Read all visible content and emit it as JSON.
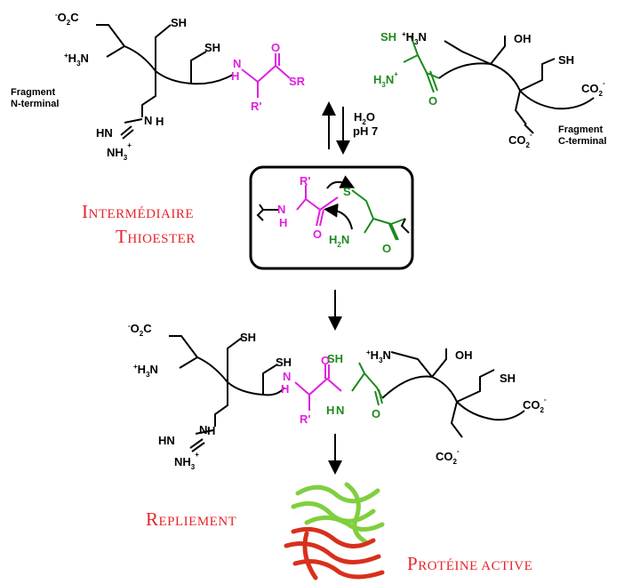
{
  "colors": {
    "black": "#000000",
    "magenta": "#e020e0",
    "green": "#1d8a1d",
    "red": "#e5242a"
  },
  "labels": {
    "fragment_n_line1": "Fragment",
    "fragment_n_line2": "N-terminal",
    "fragment_c_line1": "Fragment",
    "fragment_c_line2": "C-terminal",
    "water": "H",
    "water_sub": "2",
    "water_end": "O",
    "ph": "pH 7",
    "intermediate_line1": "INTERMÉDIAIRE",
    "intermediate_line2": "THIOESTER",
    "folding": "REPLIEMENT",
    "active_protein": "PROTÉINE ACTIVE"
  },
  "atoms": {
    "co2": "O",
    "co2_pre": "-",
    "co2_c": "C",
    "o2c_o": "O",
    "o2c_sub": "2",
    "o2c_c": "C",
    "sh": "SH",
    "h3n_plus": "+",
    "h3n": "H",
    "h3n_sub": "3",
    "h3n_n": "N",
    "nh": "N",
    "h": "H",
    "hn": "HN",
    "nh3": "NH",
    "nh3_sub": "3",
    "plus": "+",
    "o": "O",
    "sr": "SR",
    "r_prime": "R'",
    "s": "S",
    "oh": "OH",
    "h3n_green": "H",
    "h2n": "H",
    "h2n_sub": "2",
    "h2n_n": "N",
    "co2_right": "CO",
    "co2_right_sub": "2",
    "minus": "-"
  }
}
